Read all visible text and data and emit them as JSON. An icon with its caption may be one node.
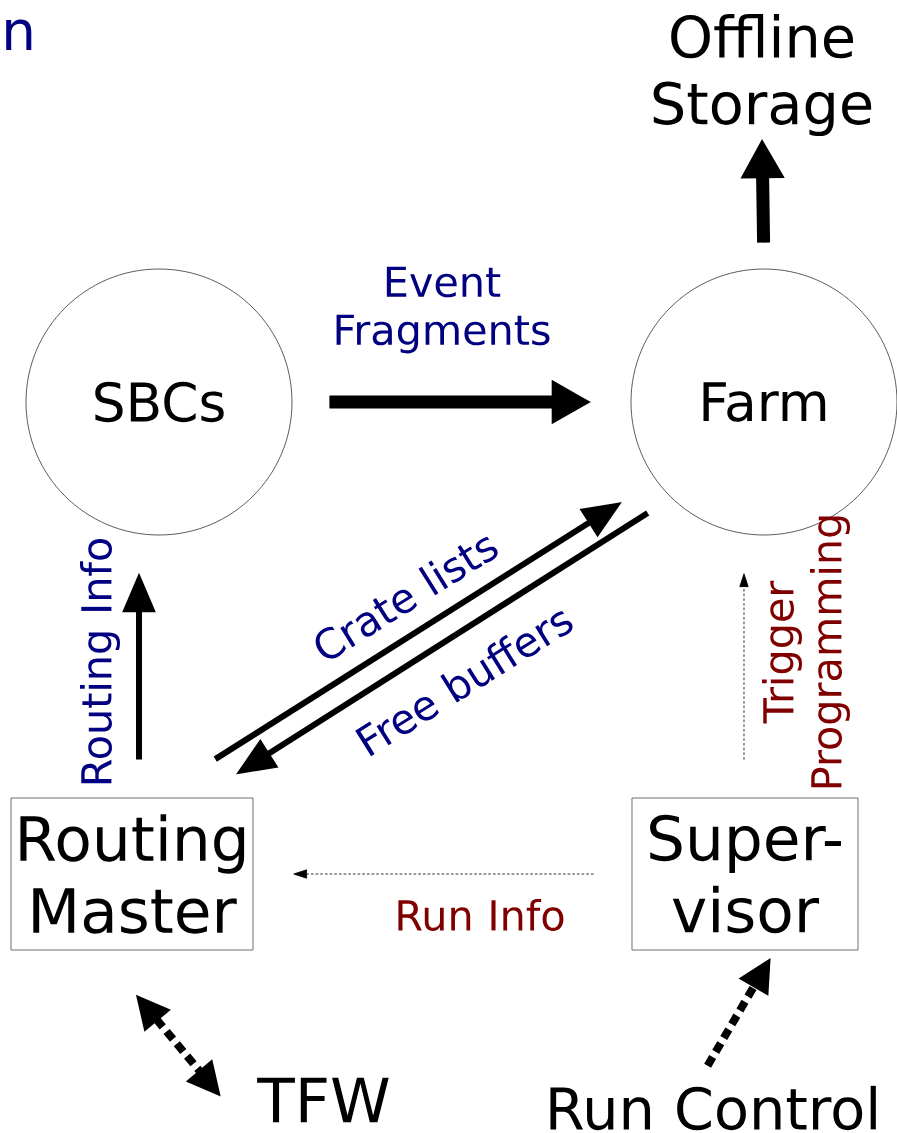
{
  "diagram": {
    "nodes": [
      {
        "text": [
          "Offline Storage"
        ]
      },
      {
        "text": [
          "SBCs"
        ]
      },
      {
        "text": [
          "Farm"
        ]
      },
      {
        "text": [
          "Routing Master"
        ]
      },
      {
        "text": [
          "Super- visor"
        ]
      },
      {
        "text": [
          "TFW"
        ]
      },
      {
        "text": [
          "Run Control"
        ]
      }
    ],
    "edges": [
      {
        "from": 2,
        "to": 0,
        "arrow": "to",
        "style": "thick"
      },
      {
        "from": 1,
        "to": 2,
        "arrow": "to",
        "style": "thick",
        "label": "Event Fragments"
      },
      {
        "from": 3,
        "to": 1,
        "arrow": "to",
        "label": "Routing Info"
      },
      {
        "from": 3,
        "to": 2,
        "arrow": "to",
        "label": "Crate lists"
      },
      {
        "from": 2,
        "to": 3,
        "arrow": "to",
        "label": "Free buffers"
      },
      {
        "from": 4,
        "to": 2,
        "arrow": "to",
        "style": "dashed",
        "label": "Trigger Programming"
      },
      {
        "from": 4,
        "to": 3,
        "arrow": "to",
        "style": "dashed",
        "label": "Run Info"
      },
      {
        "from": 3,
        "to": 5,
        "arrow": "both",
        "style": "dashed"
      },
      {
        "from": 6,
        "to": 4,
        "arrow": "to",
        "style": "dashed"
      }
    ],
    "labels": [
      "n"
    ]
  }
}
